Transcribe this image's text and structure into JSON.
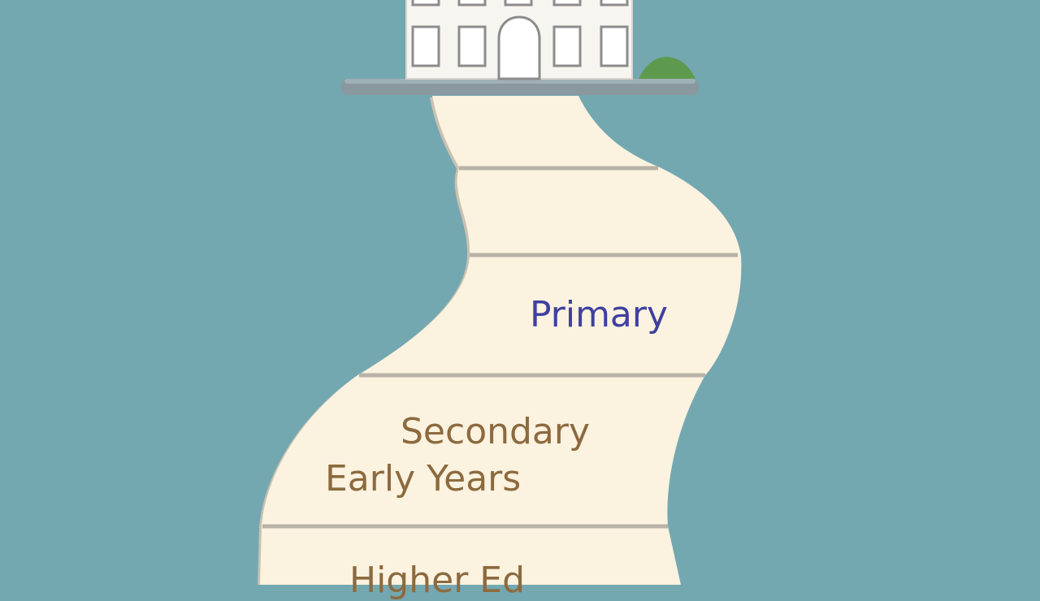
{
  "colors": {
    "background": "#74a8b0",
    "path": "#fbf2e0",
    "path_divider": "#b9b2a6",
    "building": "#f7f5ef",
    "platform": "#8a99a0",
    "hill": "#5e9a4e",
    "primary_text": "#3f40a0",
    "stage_text": "#8c6a3e"
  },
  "icons": {
    "school": "school-building-icon",
    "hill": "hill-icon"
  },
  "stages": {
    "primary": "Primary",
    "secondary": "Secondary",
    "early_years": "Early Years",
    "higher_ed": "Higher Ed"
  }
}
